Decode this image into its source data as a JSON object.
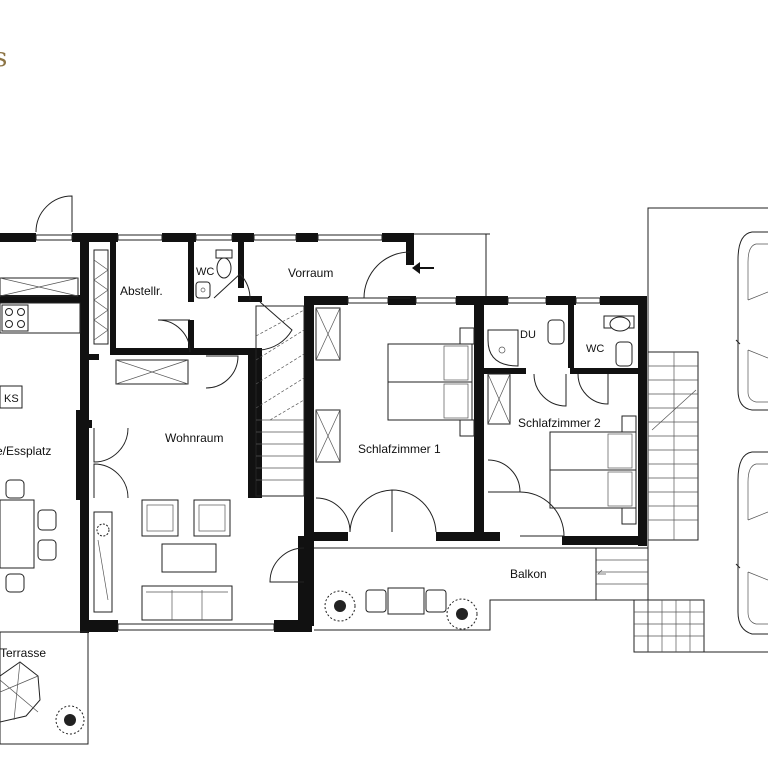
{
  "brand_fragment": "s",
  "rooms": {
    "abstellraum": "Abstellr.",
    "wc_1": "WC",
    "vorraum": "Vorraum",
    "wohnraum": "Wohnraum",
    "essplatz": "e/Essplatz",
    "schlafzimmer_1": "Schlafzimmer 1",
    "du": "DU",
    "wc_2": "WC",
    "schlafzimmer_2": "Schlafzimmer 2",
    "balkon": "Balkon",
    "terrasse": "Terrasse"
  },
  "fixtures": {
    "ks": "KS"
  },
  "colors": {
    "brand_gold": "#8c7445",
    "wall": "#111111"
  }
}
